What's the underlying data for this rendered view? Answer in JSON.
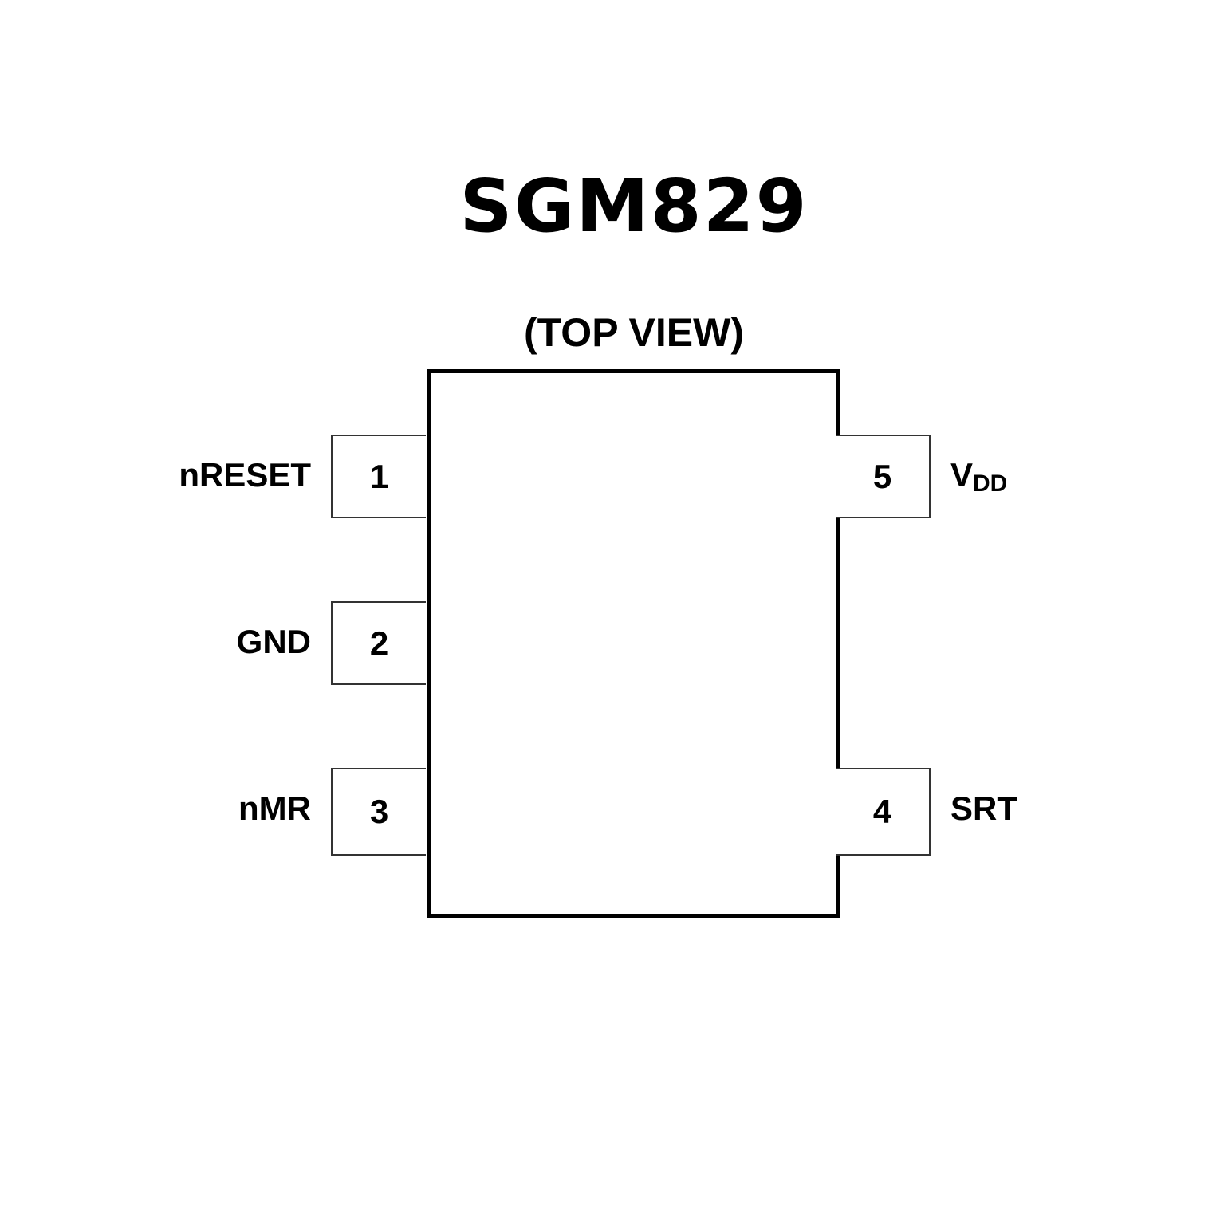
{
  "title": "SGM829",
  "subtitle": "(TOP VIEW)",
  "pins": {
    "p1": {
      "number": "1",
      "name": "nRESET"
    },
    "p2": {
      "number": "2",
      "name": "GND"
    },
    "p3": {
      "number": "3",
      "name": "nMR"
    },
    "p4": {
      "number": "4",
      "name": "SRT"
    },
    "p5": {
      "number": "5",
      "name": "V",
      "name_sub": "DD"
    }
  }
}
